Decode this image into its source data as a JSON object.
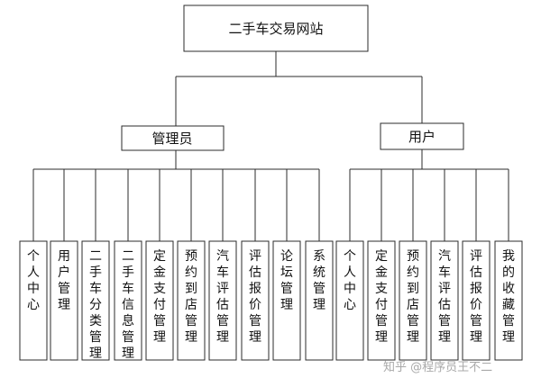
{
  "root": "二手车交易网站",
  "roles": [
    {
      "name": "管理员",
      "modules": [
        "个人中心",
        "用户管理",
        "二手车分类管理",
        "二手车信息管理",
        "定金支付管理",
        "预约到店管理",
        "汽车评估管理",
        "评估报价管理",
        "论坛管理",
        "系统管理"
      ]
    },
    {
      "name": "用户",
      "modules": [
        "个人中心",
        "定金支付管理",
        "预约到店管理",
        "汽车评估管理",
        "评估报价管理",
        "我的收藏管理"
      ]
    }
  ],
  "watermark": "知乎 @程序员王不二"
}
